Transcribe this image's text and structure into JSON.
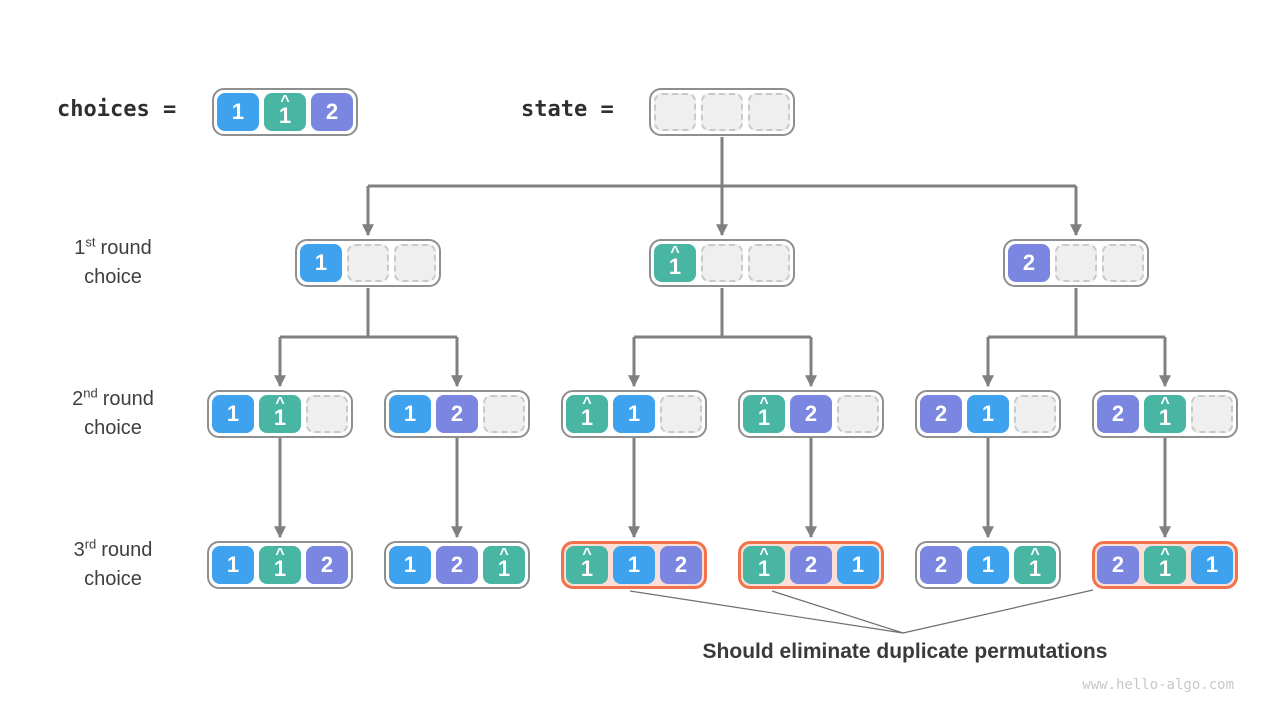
{
  "palette": {
    "blue": "#3fa2ee",
    "teal": "#49b6a4",
    "purple": "#7b86e0",
    "box_border": "#8f8f8f",
    "empty_fill": "#efefef",
    "empty_border": "#c9c9c9",
    "connector": "#808080",
    "highlight_border": "#f2734b",
    "highlight_fill": "#fbdfd6",
    "text": "#3f3f3f"
  },
  "header": {
    "choices_label": "choices =",
    "state_label": "state =",
    "choices": {
      "cells": [
        {
          "label": "1",
          "kind": "blue"
        },
        {
          "label": "1",
          "hat": "^",
          "kind": "teal"
        },
        {
          "label": "2",
          "kind": "purple"
        }
      ]
    },
    "state": {
      "cells": [
        {
          "kind": "empty"
        },
        {
          "kind": "empty"
        },
        {
          "kind": "empty"
        }
      ]
    }
  },
  "row_labels": [
    {
      "ordinal": "1",
      "suffix": "st",
      "word": "round",
      "line2": "choice"
    },
    {
      "ordinal": "2",
      "suffix": "nd",
      "word": "round",
      "line2": "choice"
    },
    {
      "ordinal": "3",
      "suffix": "rd",
      "word": "round",
      "line2": "choice"
    }
  ],
  "tree": {
    "round1": [
      {
        "cells": [
          {
            "label": "1",
            "kind": "blue"
          },
          {
            "kind": "empty"
          },
          {
            "kind": "empty"
          }
        ]
      },
      {
        "cells": [
          {
            "label": "1",
            "hat": "^",
            "kind": "teal"
          },
          {
            "kind": "empty"
          },
          {
            "kind": "empty"
          }
        ]
      },
      {
        "cells": [
          {
            "label": "2",
            "kind": "purple"
          },
          {
            "kind": "empty"
          },
          {
            "kind": "empty"
          }
        ]
      }
    ],
    "round2": [
      {
        "cells": [
          {
            "label": "1",
            "kind": "blue"
          },
          {
            "label": "1",
            "hat": "^",
            "kind": "teal"
          },
          {
            "kind": "empty"
          }
        ]
      },
      {
        "cells": [
          {
            "label": "1",
            "kind": "blue"
          },
          {
            "label": "2",
            "kind": "purple"
          },
          {
            "kind": "empty"
          }
        ]
      },
      {
        "cells": [
          {
            "label": "1",
            "hat": "^",
            "kind": "teal"
          },
          {
            "label": "1",
            "kind": "blue"
          },
          {
            "kind": "empty"
          }
        ]
      },
      {
        "cells": [
          {
            "label": "1",
            "hat": "^",
            "kind": "teal"
          },
          {
            "label": "2",
            "kind": "purple"
          },
          {
            "kind": "empty"
          }
        ]
      },
      {
        "cells": [
          {
            "label": "2",
            "kind": "purple"
          },
          {
            "label": "1",
            "kind": "blue"
          },
          {
            "kind": "empty"
          }
        ]
      },
      {
        "cells": [
          {
            "label": "2",
            "kind": "purple"
          },
          {
            "label": "1",
            "hat": "^",
            "kind": "teal"
          },
          {
            "kind": "empty"
          }
        ]
      }
    ],
    "round3": [
      {
        "highlight": false,
        "cells": [
          {
            "label": "1",
            "kind": "blue"
          },
          {
            "label": "1",
            "hat": "^",
            "kind": "teal"
          },
          {
            "label": "2",
            "kind": "purple"
          }
        ]
      },
      {
        "highlight": false,
        "cells": [
          {
            "label": "1",
            "kind": "blue"
          },
          {
            "label": "2",
            "kind": "purple"
          },
          {
            "label": "1",
            "hat": "^",
            "kind": "teal"
          }
        ]
      },
      {
        "highlight": true,
        "cells": [
          {
            "label": "1",
            "hat": "^",
            "kind": "teal"
          },
          {
            "label": "1",
            "kind": "blue"
          },
          {
            "label": "2",
            "kind": "purple"
          }
        ]
      },
      {
        "highlight": true,
        "cells": [
          {
            "label": "1",
            "hat": "^",
            "kind": "teal"
          },
          {
            "label": "2",
            "kind": "purple"
          },
          {
            "label": "1",
            "kind": "blue"
          }
        ]
      },
      {
        "highlight": false,
        "cells": [
          {
            "label": "2",
            "kind": "purple"
          },
          {
            "label": "1",
            "kind": "blue"
          },
          {
            "label": "1",
            "hat": "^",
            "kind": "teal"
          }
        ]
      },
      {
        "highlight": true,
        "cells": [
          {
            "label": "2",
            "kind": "purple"
          },
          {
            "label": "1",
            "hat": "^",
            "kind": "teal"
          },
          {
            "label": "1",
            "kind": "blue"
          }
        ]
      }
    ]
  },
  "annotation": "Should eliminate duplicate permutations",
  "watermark": "www.hello-algo.com"
}
